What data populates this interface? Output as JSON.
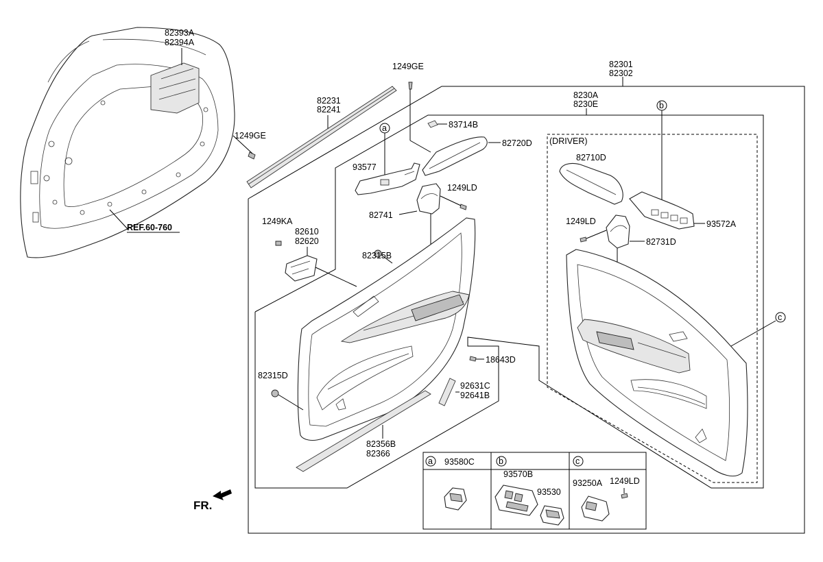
{
  "labels": {
    "p82393A": "82393A",
    "p82394A": "82394A",
    "p1249GE_top": "1249GE",
    "p82301": "82301",
    "p82302": "82302",
    "p82231": "82231",
    "p82241": "82241",
    "p1249GE_left": "1249GE",
    "p8230A": "8230A",
    "p8230E": "8230E",
    "p83714B": "83714B",
    "p82720D": "82720D",
    "p93577": "93577",
    "p1249LD_mid": "1249LD",
    "p82741": "82741",
    "p1249KA": "1249KA",
    "p82610": "82610",
    "p82620": "82620",
    "p82315B": "82315B",
    "p82315D": "82315D",
    "p18643D": "18643D",
    "p92631C": "92631C",
    "p92641B": "92641B",
    "p82356B": "82356B",
    "p82366": "82366",
    "driver": "(DRIVER)",
    "p82710D": "82710D",
    "p1249LD_right": "1249LD",
    "p93572A": "93572A",
    "p82731D": "82731D",
    "ref": "REF.60-760",
    "fr": "FR."
  },
  "callouts": {
    "a": "a",
    "b": "b",
    "c": "c"
  },
  "legend": {
    "a_letter": "a",
    "a_part": "93580C",
    "b_letter": "b",
    "b_part1": "93570B",
    "b_part2": "93530",
    "c_letter": "c",
    "c_part1": "93250A",
    "c_part2": "1249LD"
  }
}
